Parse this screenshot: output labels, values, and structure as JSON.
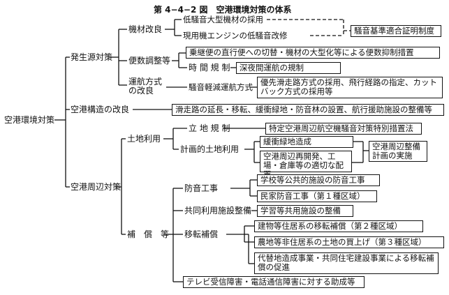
{
  "title": "第 4−4−2 図　空港環境対策の体系",
  "root": "空港環境対策",
  "l1": {
    "source": "発生源対策",
    "structure": "空港構造の改良",
    "surround": "空港周辺対策"
  },
  "source": {
    "equip": "機材改良",
    "equip_a": "低騒音大型機材の採用",
    "equip_b": "現用機エンジンの低騒音改修",
    "cert": "騒音基準適合証明制度",
    "flights": "便数調整等",
    "flights_a": "乗継便の直行便への切替・機材の大型化等による便数抑制措置",
    "time": "時 間 規 制",
    "time_a": "深夜間運航の規制",
    "opmode": "運航方式の改良",
    "opmode_mid": "騒音軽減運航方式",
    "opmode_a": "優先滑走路方式の採用、飛行経路の指定、カットバック方式の採用等"
  },
  "structure": {
    "a": "滑走路の延長・移転、緩衝緑地・防音林の設置、航行援助施設の整備等"
  },
  "surround": {
    "land": "土地利用",
    "siting": "立 地 規 制",
    "siting_a": "特定空港周辺航空機騒音対策特別措置法",
    "planned": "計画的土地利用",
    "planned_a": "緩衝緑地造成",
    "planned_b": "空港周辺再開発、工場・倉庫等の適切な配置",
    "plan_impl": "空港周辺整備計画の実施",
    "comp": "補　償　等",
    "sound": "防音工事",
    "sound_a": "学校等公共的施設の防音工事",
    "sound_b": "民家防音工事（第１種区域）",
    "shared": "共同利用施設整備",
    "shared_a": "学習等共用施設の整備",
    "relo": "移転補償",
    "relo_a": "建物等住居系の移転補償（第２種区域）",
    "relo_b": "農地等非住居系の土地の買上げ（第３種区域）",
    "relo_c": "代替地造成事業・共同住宅建設事業による移転補償の促進",
    "tv": "テレビ受信障害・電話通信障害に対する助成等"
  }
}
